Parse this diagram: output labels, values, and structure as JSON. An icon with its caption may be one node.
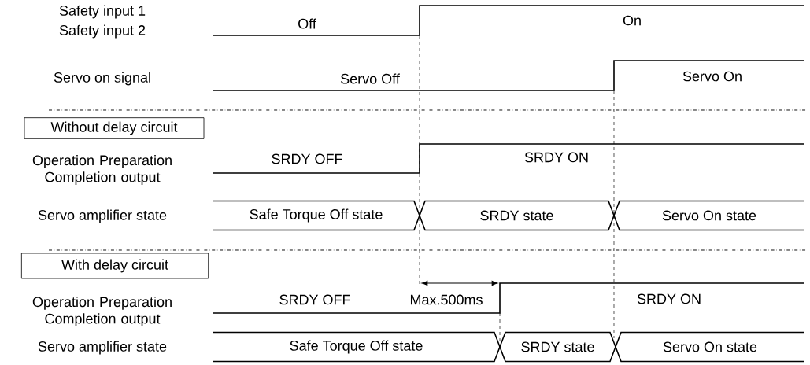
{
  "diagram": {
    "nodes": [
      {
        "text": [
          "Without delay circuit"
        ]
      },
      {
        "text": [
          "Safe Torque Off state"
        ]
      },
      {
        "text": [
          "SRDY state"
        ]
      },
      {
        "text": [
          "Servo On state"
        ]
      },
      {
        "text": [
          "With delay circuit"
        ]
      },
      {
        "text": [
          "Safe Torque Off state"
        ]
      },
      {
        "text": [
          "SRDY state"
        ]
      },
      {
        "text": [
          "Servo On state"
        ]
      }
    ],
    "labels": [
      "Safety input 1",
      "Safety input 2",
      "Off",
      "On",
      "Servo on signal",
      "Servo Off",
      "Servo On",
      "Operation Preparation Completion output",
      "SRDY OFF",
      "SRDY ON",
      "Servo amplifier state",
      "Operation Preparation Completion output",
      "SRDY OFF",
      "Max.500ms",
      "SRDY ON",
      "Servo amplifier state"
    ]
  }
}
